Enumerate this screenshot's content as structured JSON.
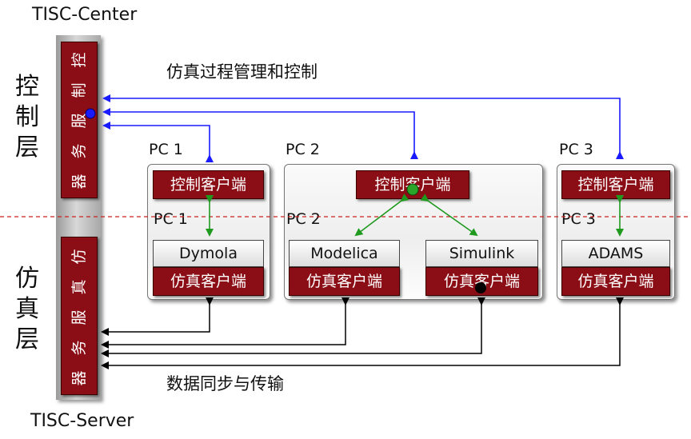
{
  "title_top": "TISC-Center",
  "title_bottom": "TISC-Server",
  "layers": {
    "control": [
      "控",
      "制",
      "层"
    ],
    "simulation": [
      "仿",
      "真",
      "层"
    ]
  },
  "server_bars": {
    "control": [
      "器",
      "务",
      "服",
      "制",
      "控"
    ],
    "simulation": [
      "器",
      "务",
      "服",
      "真",
      "仿"
    ]
  },
  "annotations": {
    "control_flow": "仿真过程管理和控制",
    "data_flow": "数据同步与传输"
  },
  "pcs": [
    {
      "label": "PC 1",
      "inner_label": "PC 1",
      "control_client": "控制客户端",
      "tools": [
        "Dymola"
      ],
      "sim_clients": [
        "仿真客户端"
      ]
    },
    {
      "label": "PC 2",
      "inner_label": "PC 2",
      "control_client": "控制客户端",
      "tools": [
        "Modelica",
        "Simulink"
      ],
      "sim_clients": [
        "仿真客户端",
        "仿真客户端"
      ]
    },
    {
      "label": "PC 3",
      "inner_label": "PC 3",
      "control_client": "控制客户端",
      "tools": [
        "ADAMS"
      ],
      "sim_clients": [
        "仿真客户端"
      ]
    }
  ],
  "colors": {
    "box_red": "#8b0e16",
    "control_arrow": "#1a1aff",
    "client_arrow": "#1f9a1f",
    "data_arrow": "#000000",
    "divider": "#cc2222"
  }
}
